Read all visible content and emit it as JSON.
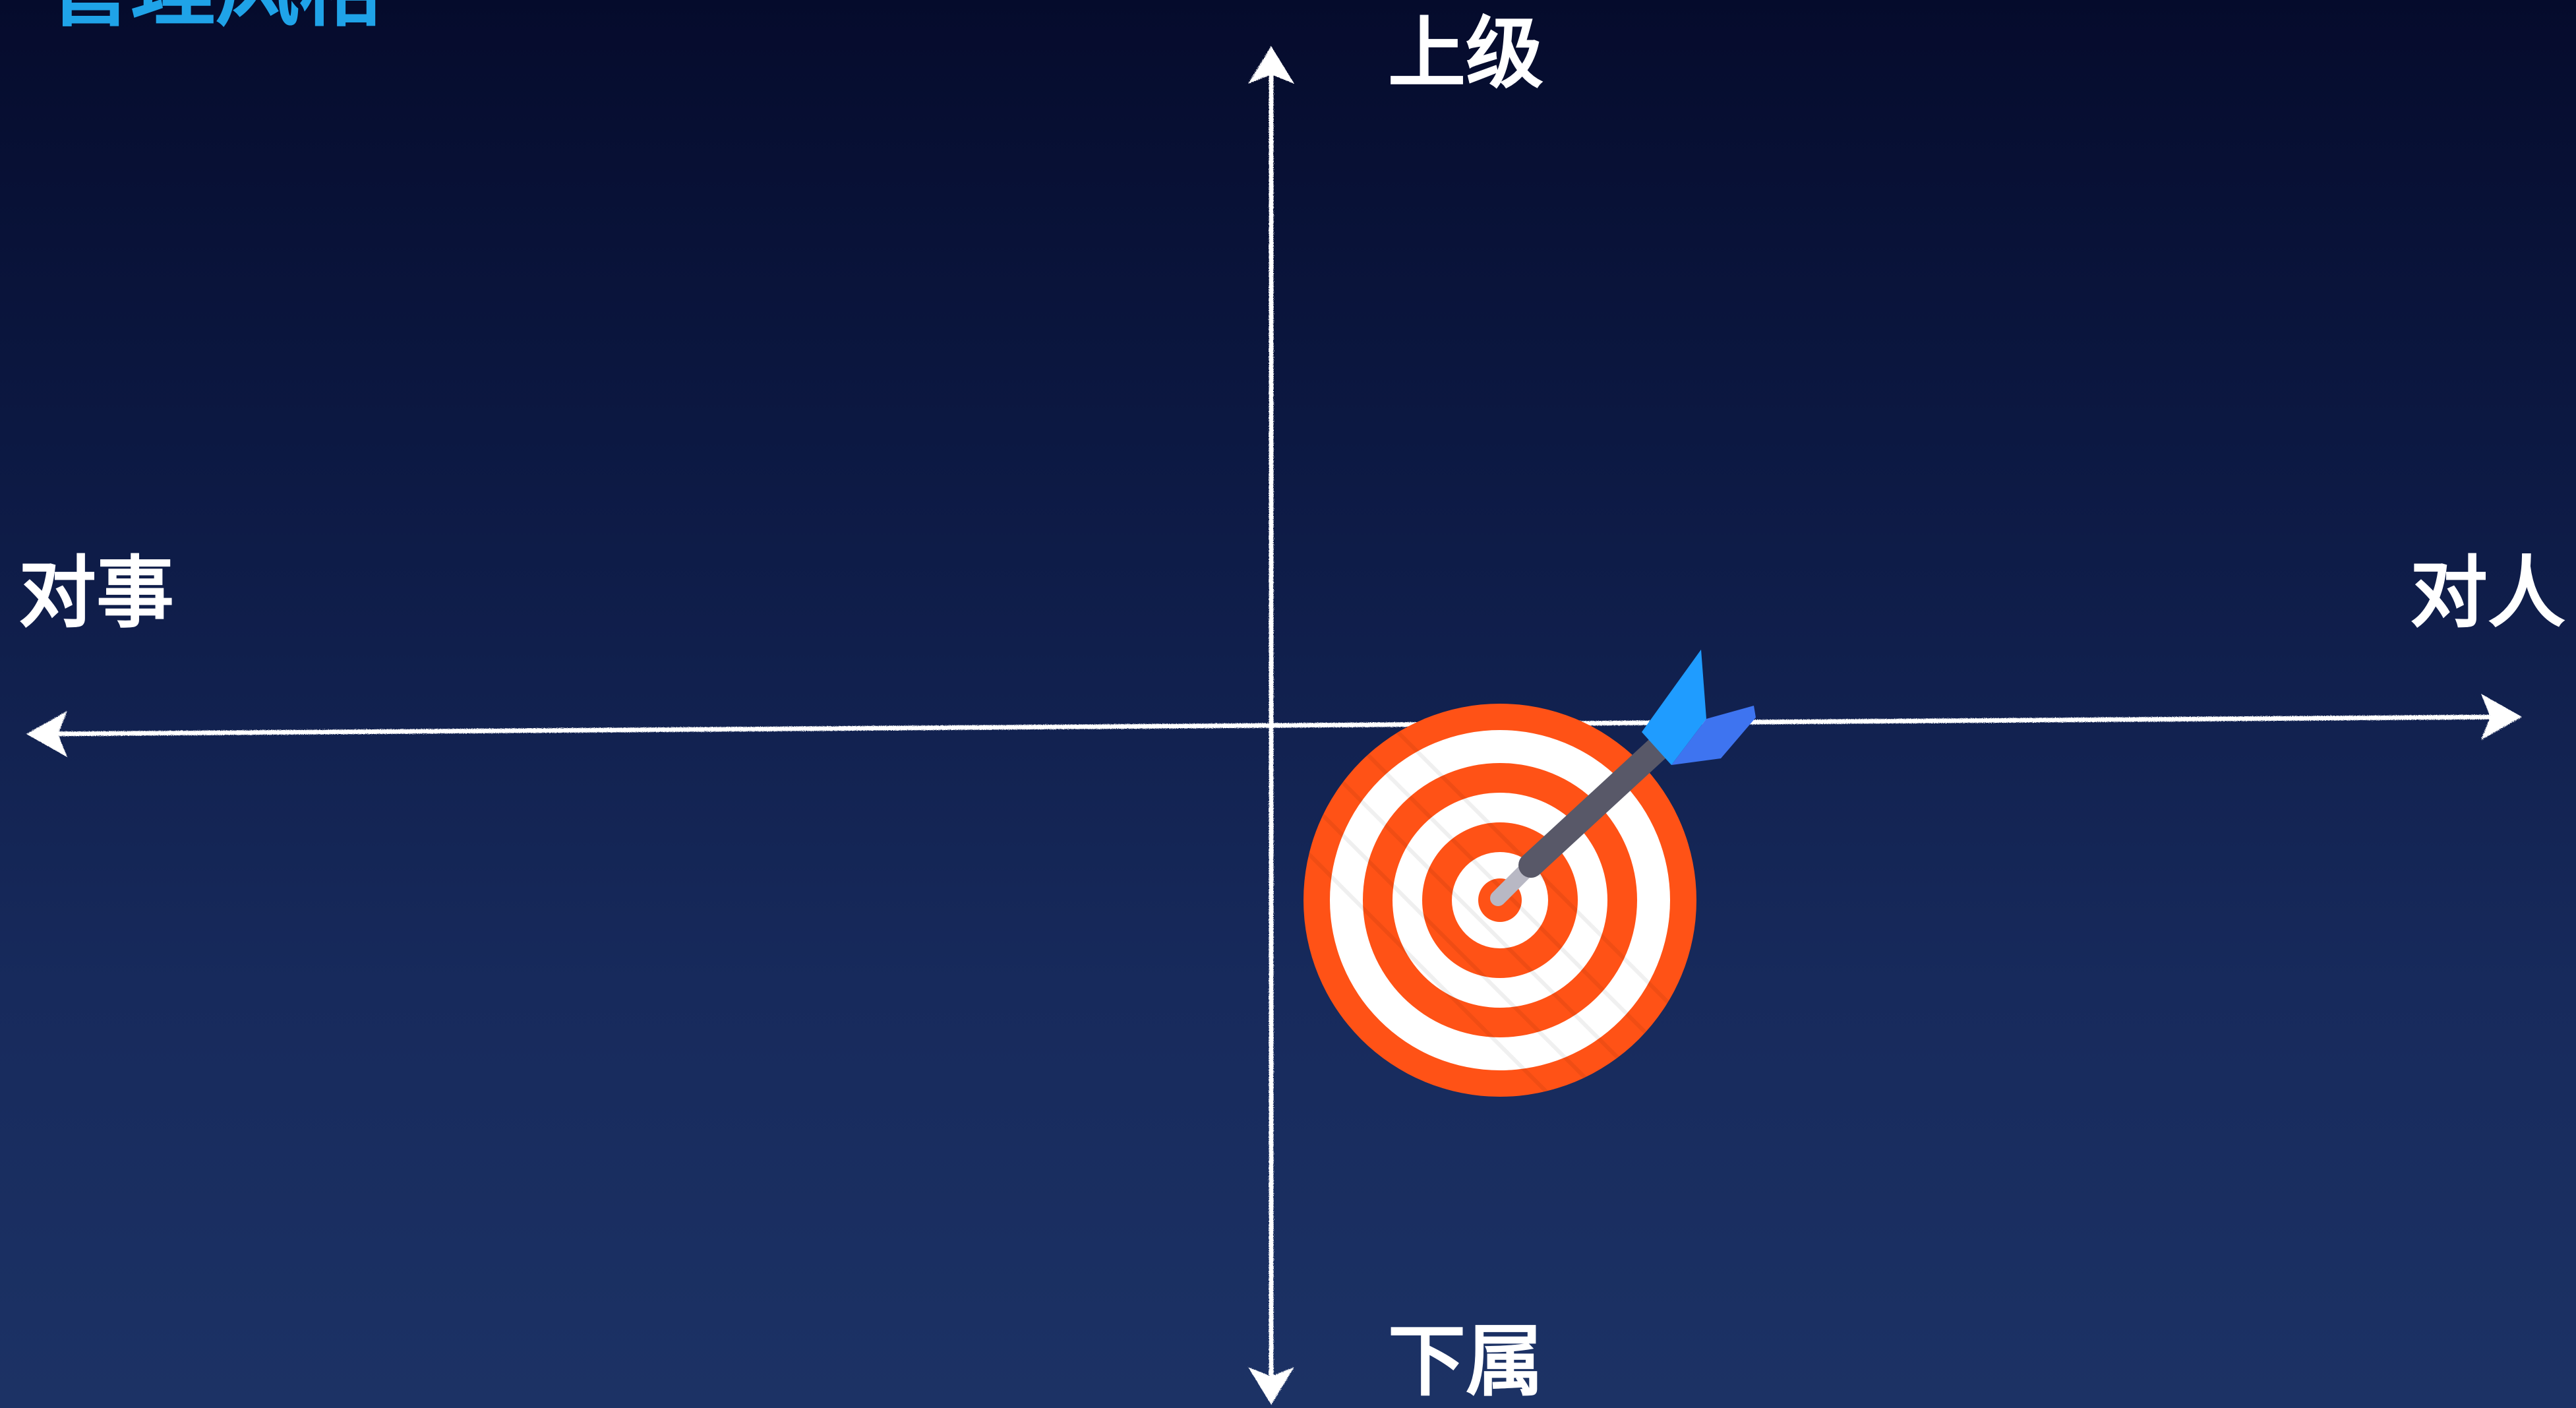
{
  "title": "管理风格",
  "axes": {
    "top_label": "上级",
    "bottom_label": "下属",
    "left_label": "对事",
    "right_label": "对人"
  },
  "icon": {
    "name": "target-dart-icon",
    "ring_color": "#ff5216",
    "ring_alt_color": "#ffffff",
    "dart_shaft_color": "#585868",
    "dart_tip_color": "#b8b8c4",
    "fletching_color": "#1f9cff",
    "fletching_shade_color": "#3e74f0"
  },
  "colors": {
    "axis": "#ffffff",
    "title": "#1fa3e8",
    "background_top": "#050b2c",
    "background_bottom": "#1c3265"
  }
}
